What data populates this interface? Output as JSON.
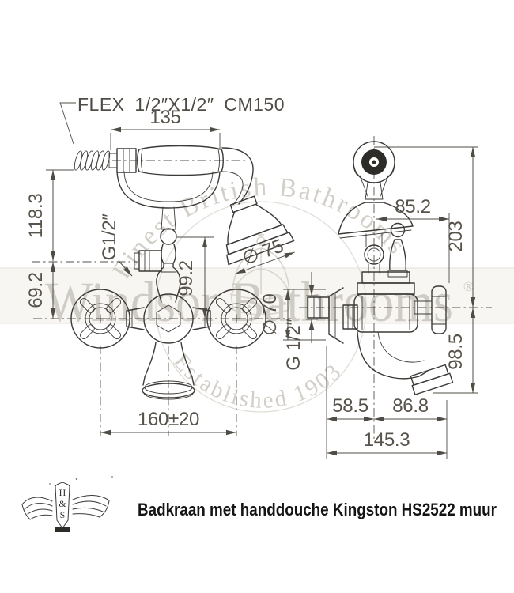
{
  "caption": "Badkraan met handdouche Kingston HS2522 muur",
  "logo": {
    "letters": [
      "H",
      "&",
      "S"
    ]
  },
  "watermark": {
    "arc_top": "Finest British Bathrooms",
    "brand": "Windsor Bathrooms",
    "registered_mark": "®",
    "arc_bottom": "Established 1903"
  },
  "annotations": {
    "flex_hose": "FLEX 1/2″X1/2″ CM150"
  },
  "front_view_dims": {
    "handle_length": "135",
    "hose_center_height": "118.3",
    "outlet_drop": "69.2",
    "hose_thread": "G1/2″",
    "riser_height": "99.2",
    "handshower_diameter": "∅ 75",
    "valve_centers_distance": "160±20"
  },
  "side_view_dims": {
    "center_to_handle_front": "85.2",
    "overall_height": "203",
    "escutcheon_diameter": "∅ 70",
    "inlet_thread": "G 1/2″",
    "center_to_spout_bottom": "98.5",
    "wall_to_center": "58.5",
    "center_to_spout_tip": "86.8",
    "wall_to_spout_tip": "145.3"
  }
}
